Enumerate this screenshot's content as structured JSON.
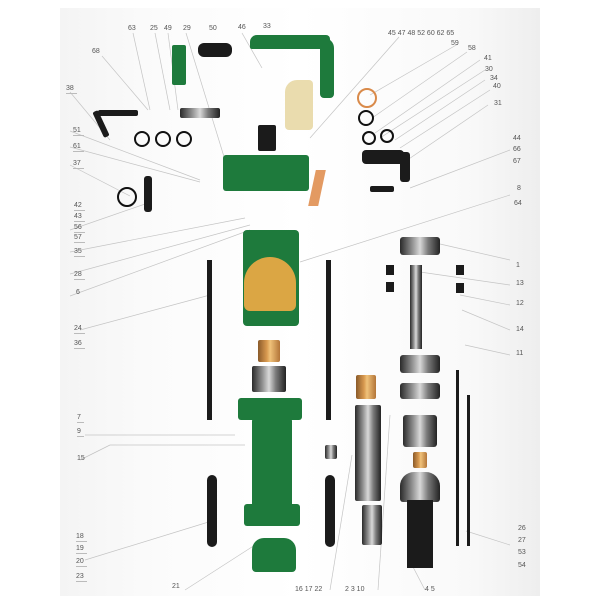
{
  "diagram": {
    "title": "",
    "type": "exploded parts diagram (pneumatic rock drill)",
    "colors": {
      "body_green": "#1e7a3c",
      "amber_cover": "#e0a23a",
      "steel": "#9a9a9a",
      "brass": "#d8994f",
      "label_text": "#555555",
      "leader_line": "#bbbbbb"
    },
    "labels": {
      "top": [
        "63",
        "25",
        "49",
        "29",
        "50",
        "46",
        "33"
      ],
      "top_right_group": "45  47  48  52  60  62  65",
      "right_upper": [
        "59",
        "58",
        "41",
        "30",
        "34",
        "40",
        "31"
      ],
      "right_mid": [
        "44",
        "66",
        "67",
        "8",
        "64"
      ],
      "right_lower": [
        "1",
        "13",
        "12",
        "14",
        "11"
      ],
      "right_bottom": [
        "26",
        "27",
        "53",
        "54"
      ],
      "left_upper": [
        "68",
        "38",
        "51",
        "61",
        "37",
        "42",
        "43",
        "56",
        "57",
        "35",
        "28",
        "6"
      ],
      "left_mid": [
        "24",
        "36",
        "7",
        "9",
        "15"
      ],
      "left_bottom": [
        "18",
        "19",
        "20",
        "23"
      ],
      "bottom": [
        "21",
        "16  17  22",
        "2  3  10",
        "4  5"
      ]
    }
  }
}
